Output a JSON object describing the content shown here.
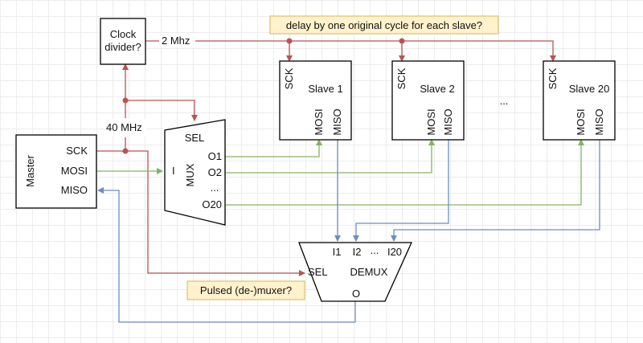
{
  "colors": {
    "clock": "#b85450",
    "data_out": "#82b366",
    "data_in": "#6c8ebf",
    "note_fill": "#fff2cc",
    "note_border": "#d6b656"
  },
  "blocks": {
    "clock_divider": {
      "line1": "Clock",
      "line2": "divider?"
    },
    "master": {
      "title": "Master",
      "sck": "SCK",
      "mosi": "MOSI",
      "miso": "MISO"
    },
    "mux": {
      "sel": "SEL",
      "title": "MUX",
      "input": "I",
      "o1": "O1",
      "o2": "O2",
      "dots": "...",
      "o20": "O20"
    },
    "demux": {
      "i1": "I1",
      "i2": "I2",
      "dots": "...",
      "i20": "I20",
      "sel": "SEL",
      "title": "DEMUX",
      "output": "O"
    },
    "slaves": [
      {
        "name": "Slave 1",
        "sck": "SCK",
        "mosi": "MOSI",
        "miso": "MISO"
      },
      {
        "name": "Slave 2",
        "sck": "SCK",
        "mosi": "MOSI",
        "miso": "MISO"
      },
      {
        "name": "Slave 20",
        "sck": "SCK",
        "mosi": "MOSI",
        "miso": "MISO"
      }
    ],
    "slave_ellipsis": "..."
  },
  "labels": {
    "freq_low": "2 Mhz",
    "freq_high": "40 MHz"
  },
  "notes": {
    "delay": "delay by one original cycle for each slave?",
    "pulsed": "Pulsed (de-)muxer?"
  }
}
